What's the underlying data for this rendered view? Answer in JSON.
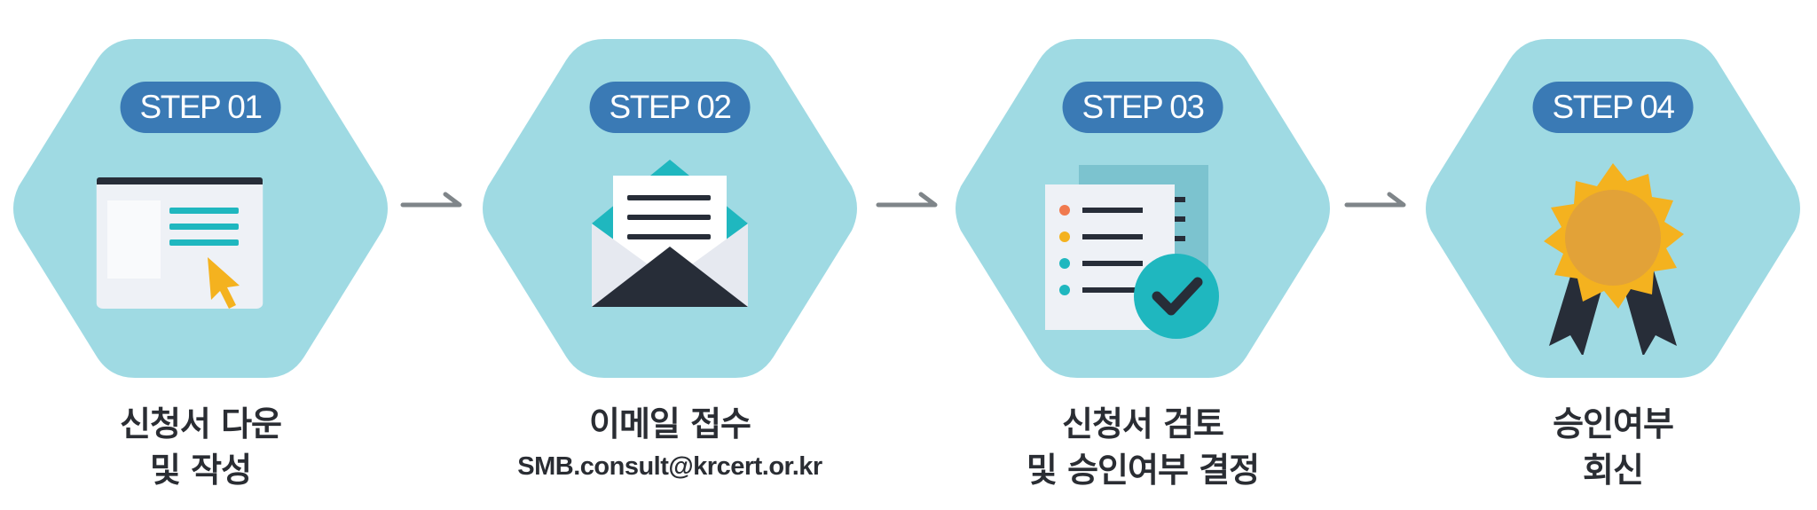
{
  "colors": {
    "hexagon_fill": "#9fdae3",
    "badge_fill": "#3a7ab5",
    "badge_text": "#ffffff",
    "arrow": "#7f8589",
    "caption_text": "#2a2d33",
    "icon_dark": "#272d38",
    "icon_light": "#eef1f6",
    "icon_teal": "#1fb7bf",
    "icon_gold": "#f4b21f"
  },
  "steps": [
    {
      "badge": "STEP 01",
      "icon": "application-form-cursor-icon",
      "title_line1": "신청서 다운",
      "title_line2": "및 작성"
    },
    {
      "badge": "STEP 02",
      "icon": "envelope-letter-icon",
      "title_line1": "이메일 접수",
      "title_line2": "SMB.consult@krcert.or.kr"
    },
    {
      "badge": "STEP 03",
      "icon": "document-checklist-check-icon",
      "title_line1": "신청서 검토",
      "title_line2": "및 승인여부 결정"
    },
    {
      "badge": "STEP 04",
      "icon": "award-rosette-icon",
      "title_line1": "승인여부",
      "title_line2": "회신"
    }
  ],
  "arrows": [
    "arrow-right-icon",
    "arrow-right-icon",
    "arrow-right-icon"
  ]
}
